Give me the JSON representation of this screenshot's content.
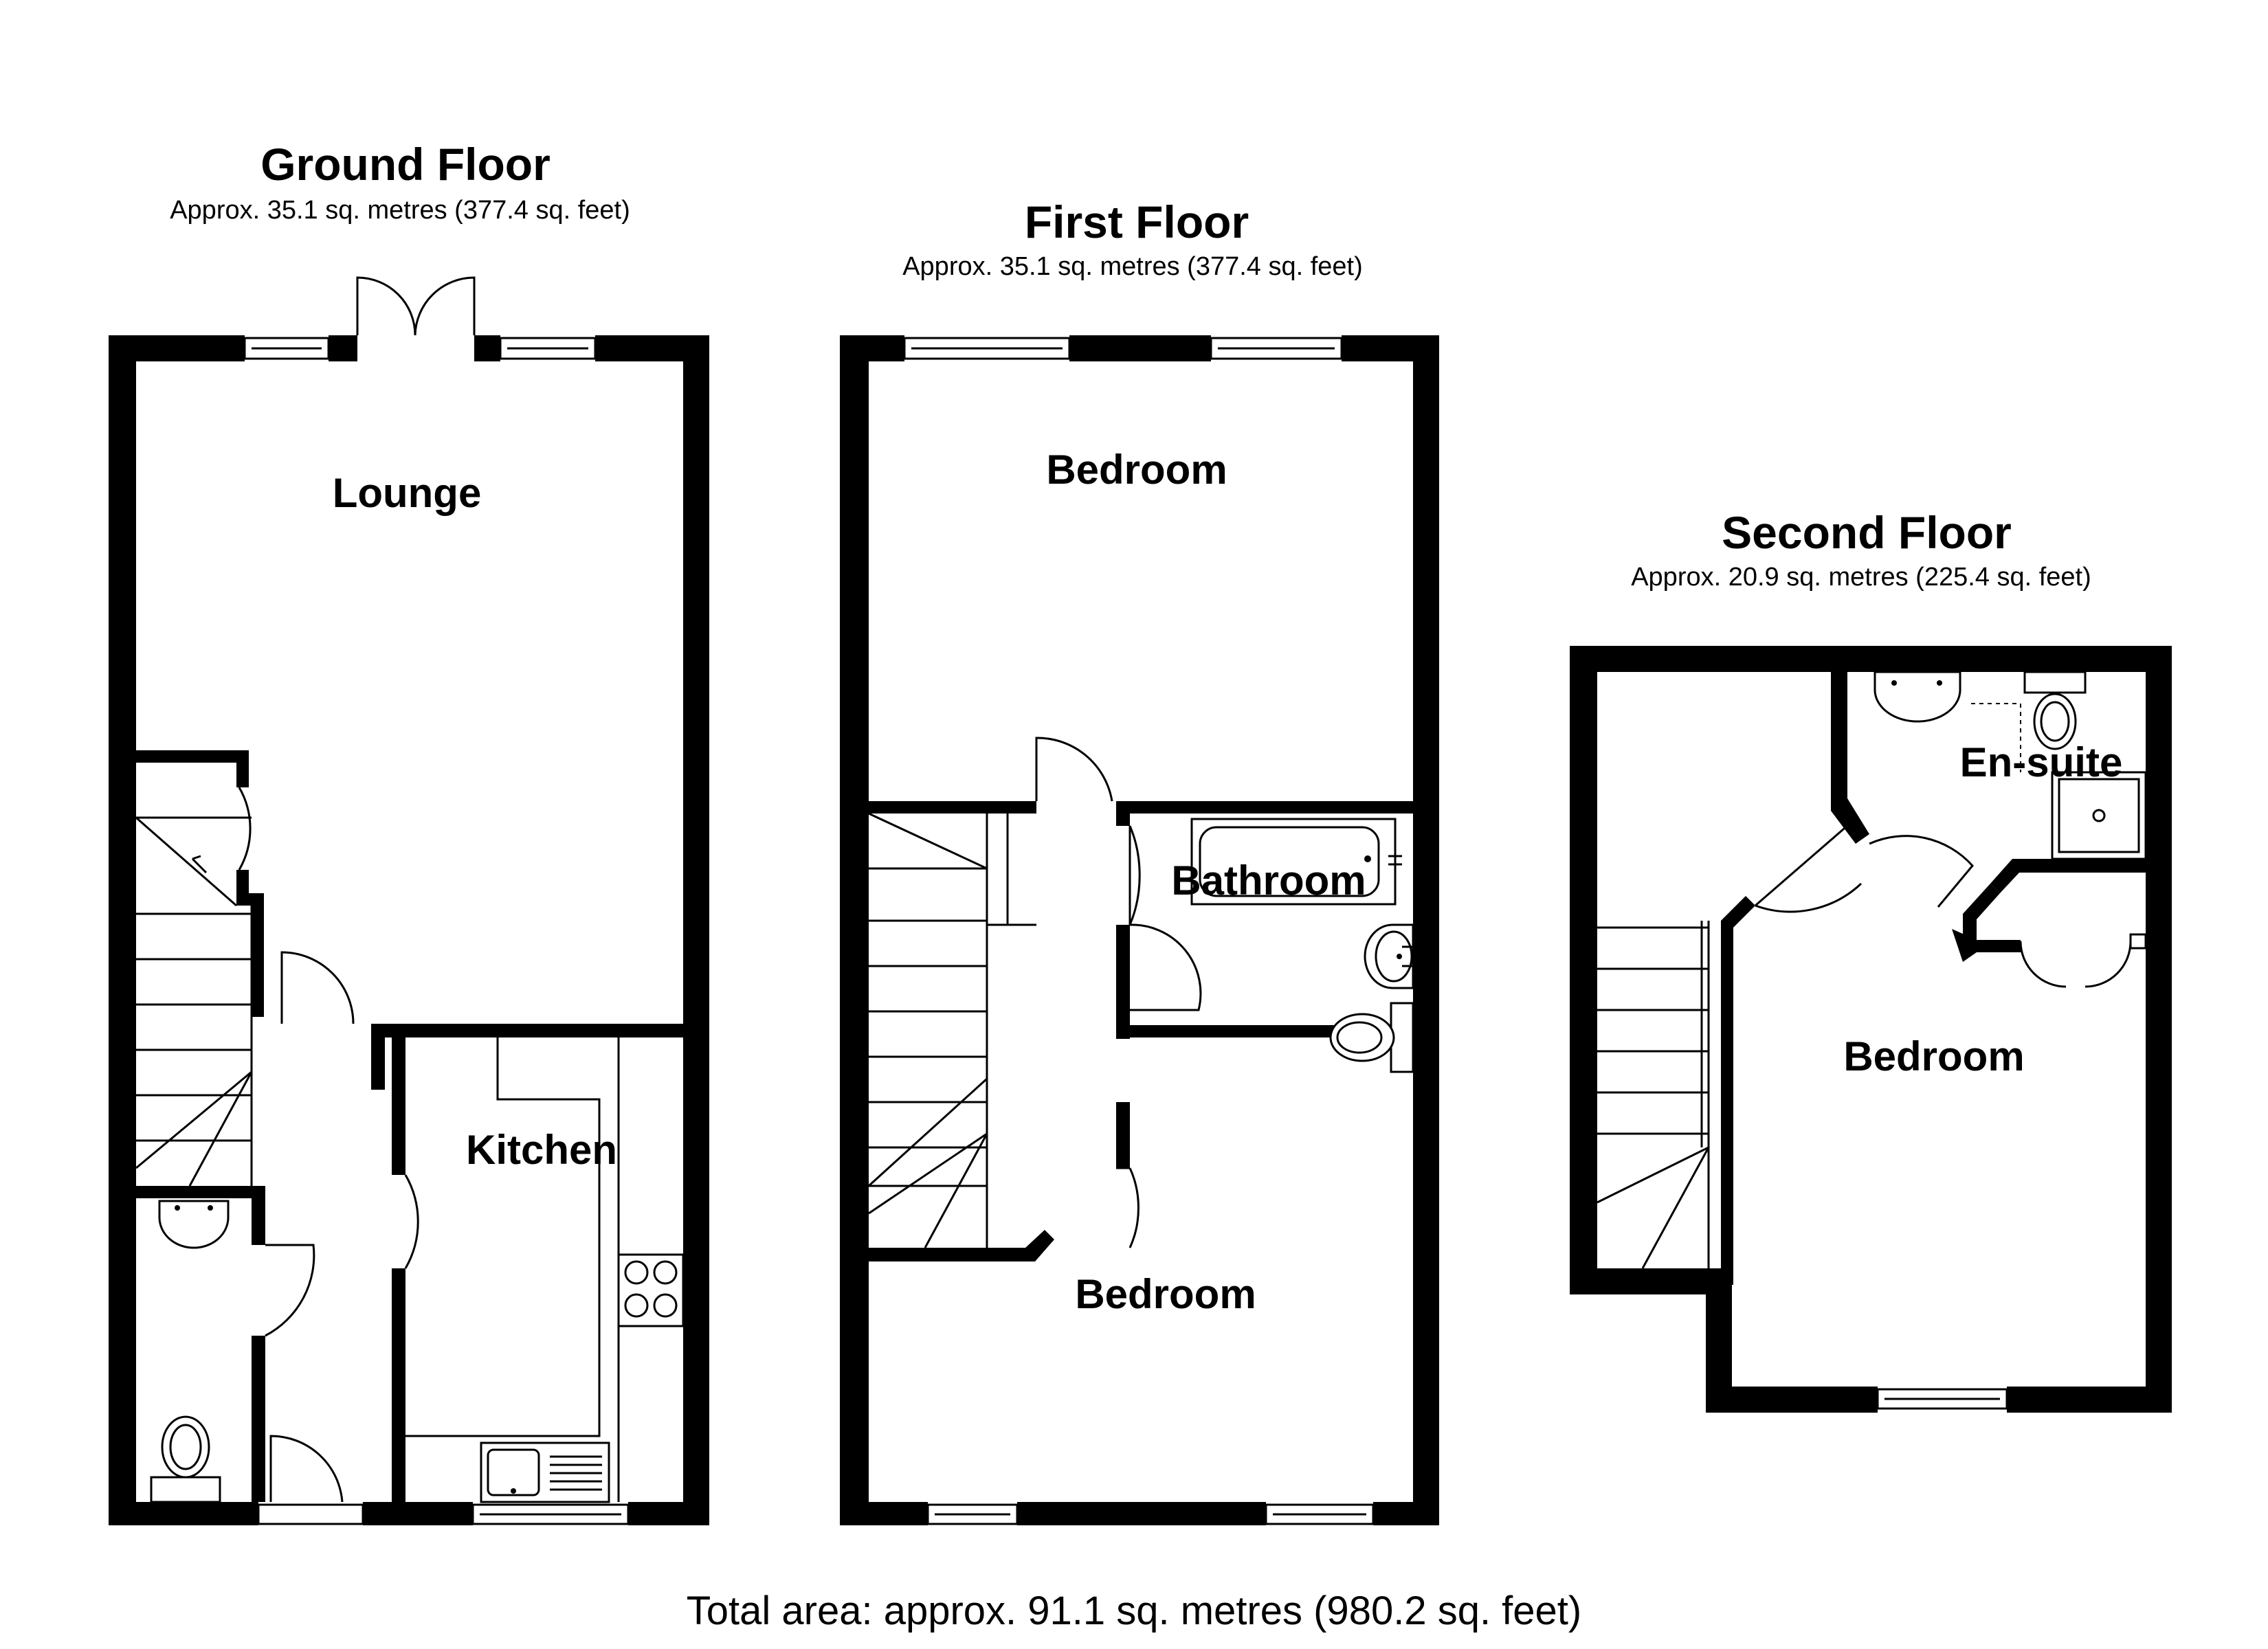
{
  "floors": {
    "ground": {
      "title": "Ground Floor",
      "area": "Approx. 35.1 sq. metres (377.4 sq. feet)",
      "rooms": {
        "lounge": "Lounge",
        "kitchen": "Kitchen"
      }
    },
    "first": {
      "title": "First Floor",
      "area": "Approx. 35.1 sq. metres (377.4 sq. feet)",
      "rooms": {
        "bedroom_front": "Bedroom",
        "bathroom": "Bathroom",
        "bedroom_rear": "Bedroom"
      }
    },
    "second": {
      "title": "Second Floor",
      "area": "Approx. 20.9 sq. metres (225.4 sq. feet)",
      "rooms": {
        "ensuite": "En-suite",
        "bedroom": "Bedroom"
      }
    }
  },
  "total_area": "Total area: approx. 91.1 sq. metres (980.2 sq. feet)"
}
